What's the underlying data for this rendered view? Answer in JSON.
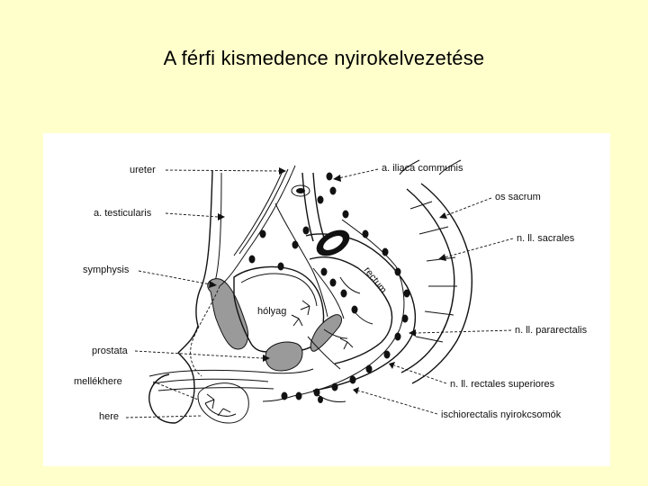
{
  "title": "A férfi kismedence nyirokelvezetése",
  "figure": {
    "labels_left": {
      "ureter": "ureter",
      "testicularis": "a. testicularis",
      "symphysis": "symphysis",
      "prostata": "prostata",
      "mellekhere": "mellékhere",
      "here": "here"
    },
    "labels_right": {
      "iliaca": "a. iliaca communis",
      "sacrum": "os sacrum",
      "sacrales": "n. ll. sacrales",
      "pararectalis": "n. ll. pararectalis",
      "rectales_sup": "n. ll. rectales superiores",
      "ischio": "ischiorectalis nyirokcsomók"
    },
    "organs": {
      "holyag": "hólyag",
      "rectum": "rectum"
    }
  }
}
